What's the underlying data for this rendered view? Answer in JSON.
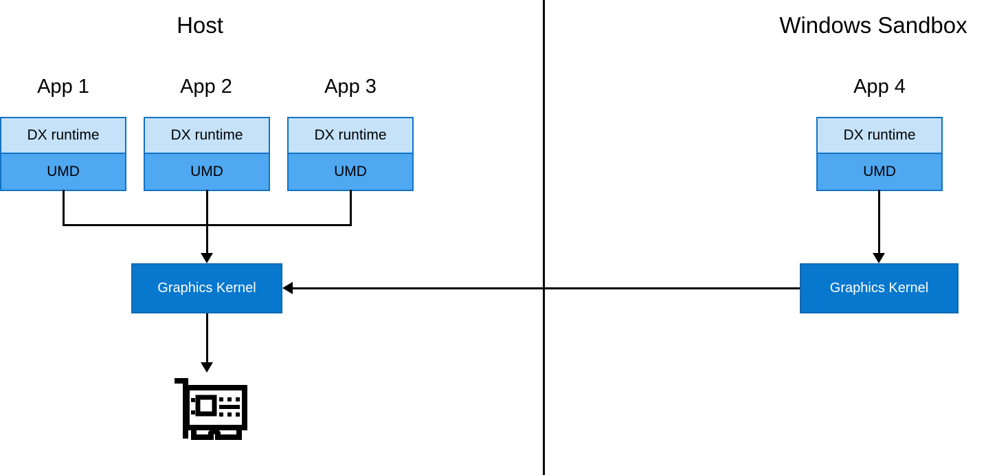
{
  "diagram": {
    "title_host": "Host",
    "title_sandbox": "Windows Sandbox",
    "apps": [
      {
        "label": "App 1",
        "dx": "DX runtime",
        "umd": "UMD"
      },
      {
        "label": "App 2",
        "dx": "DX runtime",
        "umd": "UMD"
      },
      {
        "label": "App 3",
        "dx": "DX runtime",
        "umd": "UMD"
      },
      {
        "label": "App 4",
        "dx": "DX runtime",
        "umd": "UMD"
      }
    ],
    "kernel_host": "Graphics Kernel",
    "kernel_sandbox": "Graphics Kernel",
    "gpu_icon_name": "graphics-card-icon",
    "colors": {
      "dx_runtime_fill": "#C5E2F8",
      "umd_fill": "#4FA8F0",
      "kernel_fill": "#0878CE",
      "box_border": "#1273C4",
      "kernel_text": "#FFFFFF",
      "line": "#000000",
      "background": "#FFFFFF"
    }
  }
}
